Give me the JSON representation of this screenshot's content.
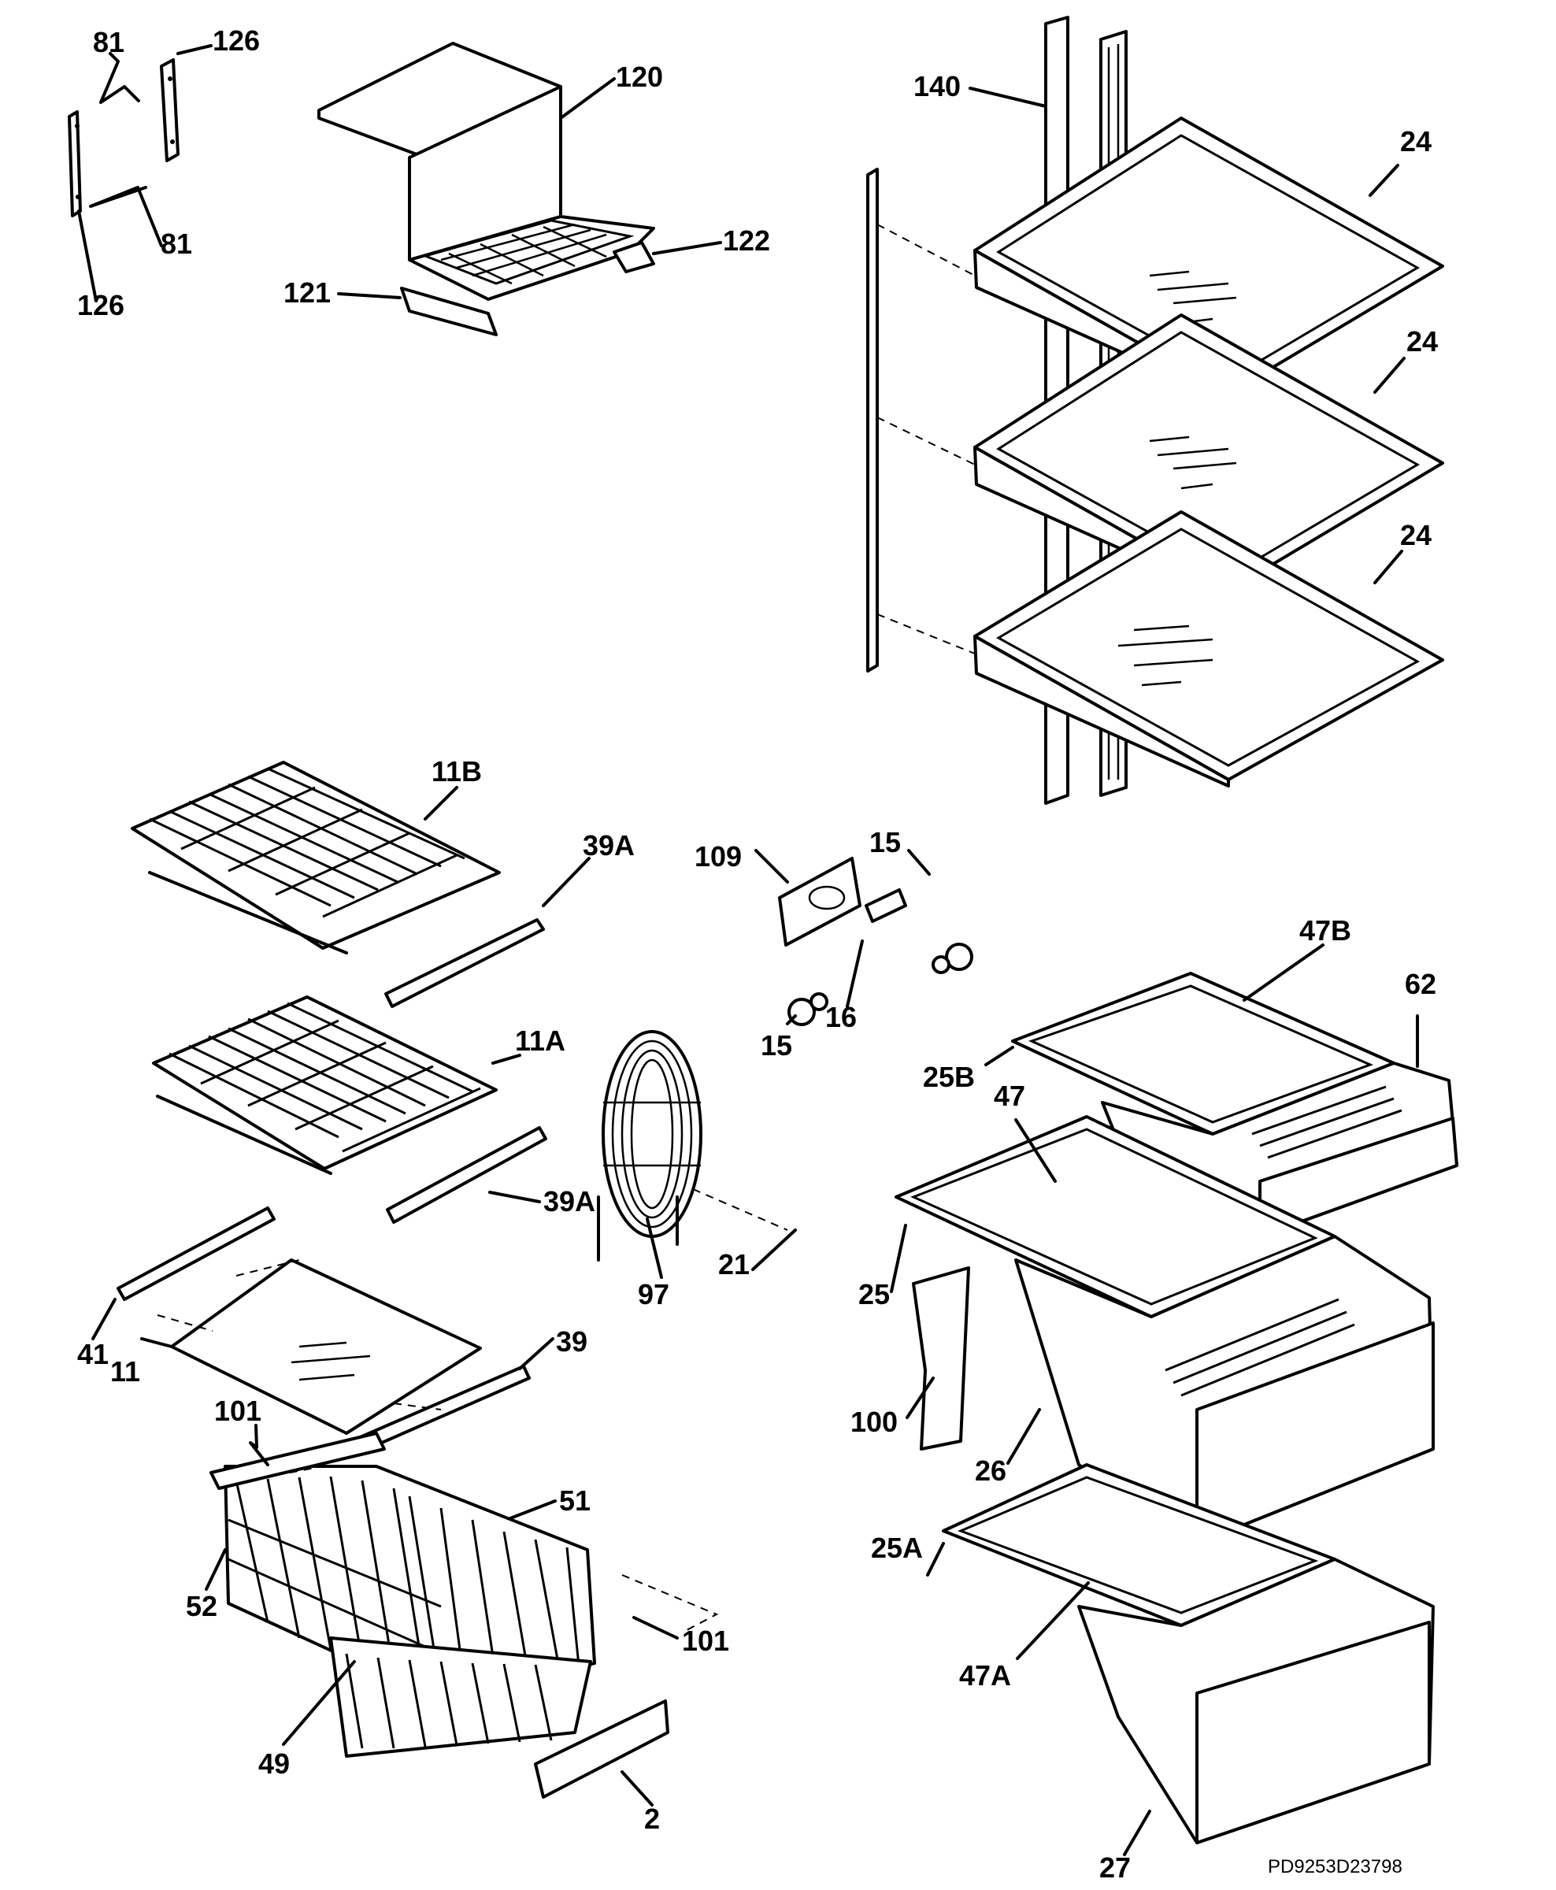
{
  "diagram": {
    "footer_code": "PD9253D23798",
    "callouts": [
      "81",
      "126",
      "120",
      "122",
      "121",
      "81",
      "126",
      "140",
      "24",
      "24",
      "24",
      "11B",
      "39A",
      "109",
      "15",
      "16",
      "15",
      "47B",
      "62",
      "25B",
      "47",
      "11A",
      "39A",
      "97",
      "21",
      "25",
      "100",
      "26",
      "41",
      "11",
      "39",
      "101",
      "51",
      "52",
      "101",
      "25A",
      "47A",
      "49",
      "2",
      "27"
    ]
  }
}
